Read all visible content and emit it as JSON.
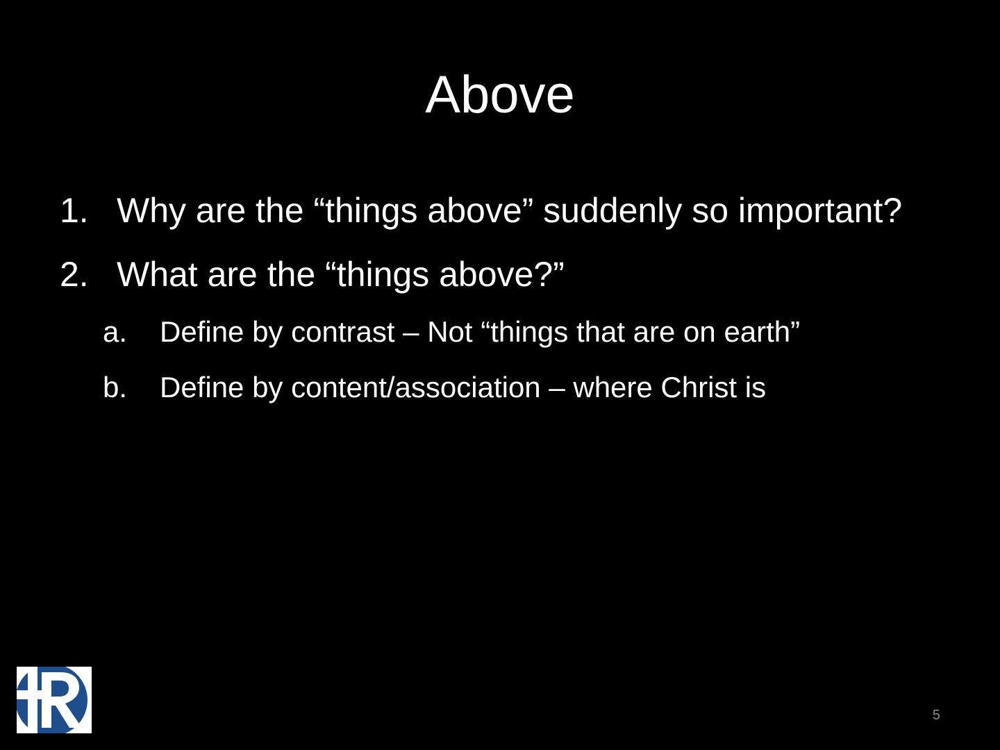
{
  "slide": {
    "title": "Above",
    "items": [
      {
        "number": "1.",
        "text": "Why are the “things above” suddenly so important?"
      },
      {
        "number": "2.",
        "text": "What are the “things above?”"
      }
    ],
    "subitems": [
      {
        "letter": "a.",
        "text": "Define by contrast – Not “things that are on earth”"
      },
      {
        "letter": "b.",
        "text": "Define by content/association – where Christ is"
      }
    ],
    "page_number": "5"
  },
  "logo": {
    "icon": "cross-r-logo-icon",
    "color": "#1f4e8c"
  },
  "colors": {
    "background": "#000000",
    "text": "#ffffff",
    "page_number": "#8c8c8c"
  }
}
